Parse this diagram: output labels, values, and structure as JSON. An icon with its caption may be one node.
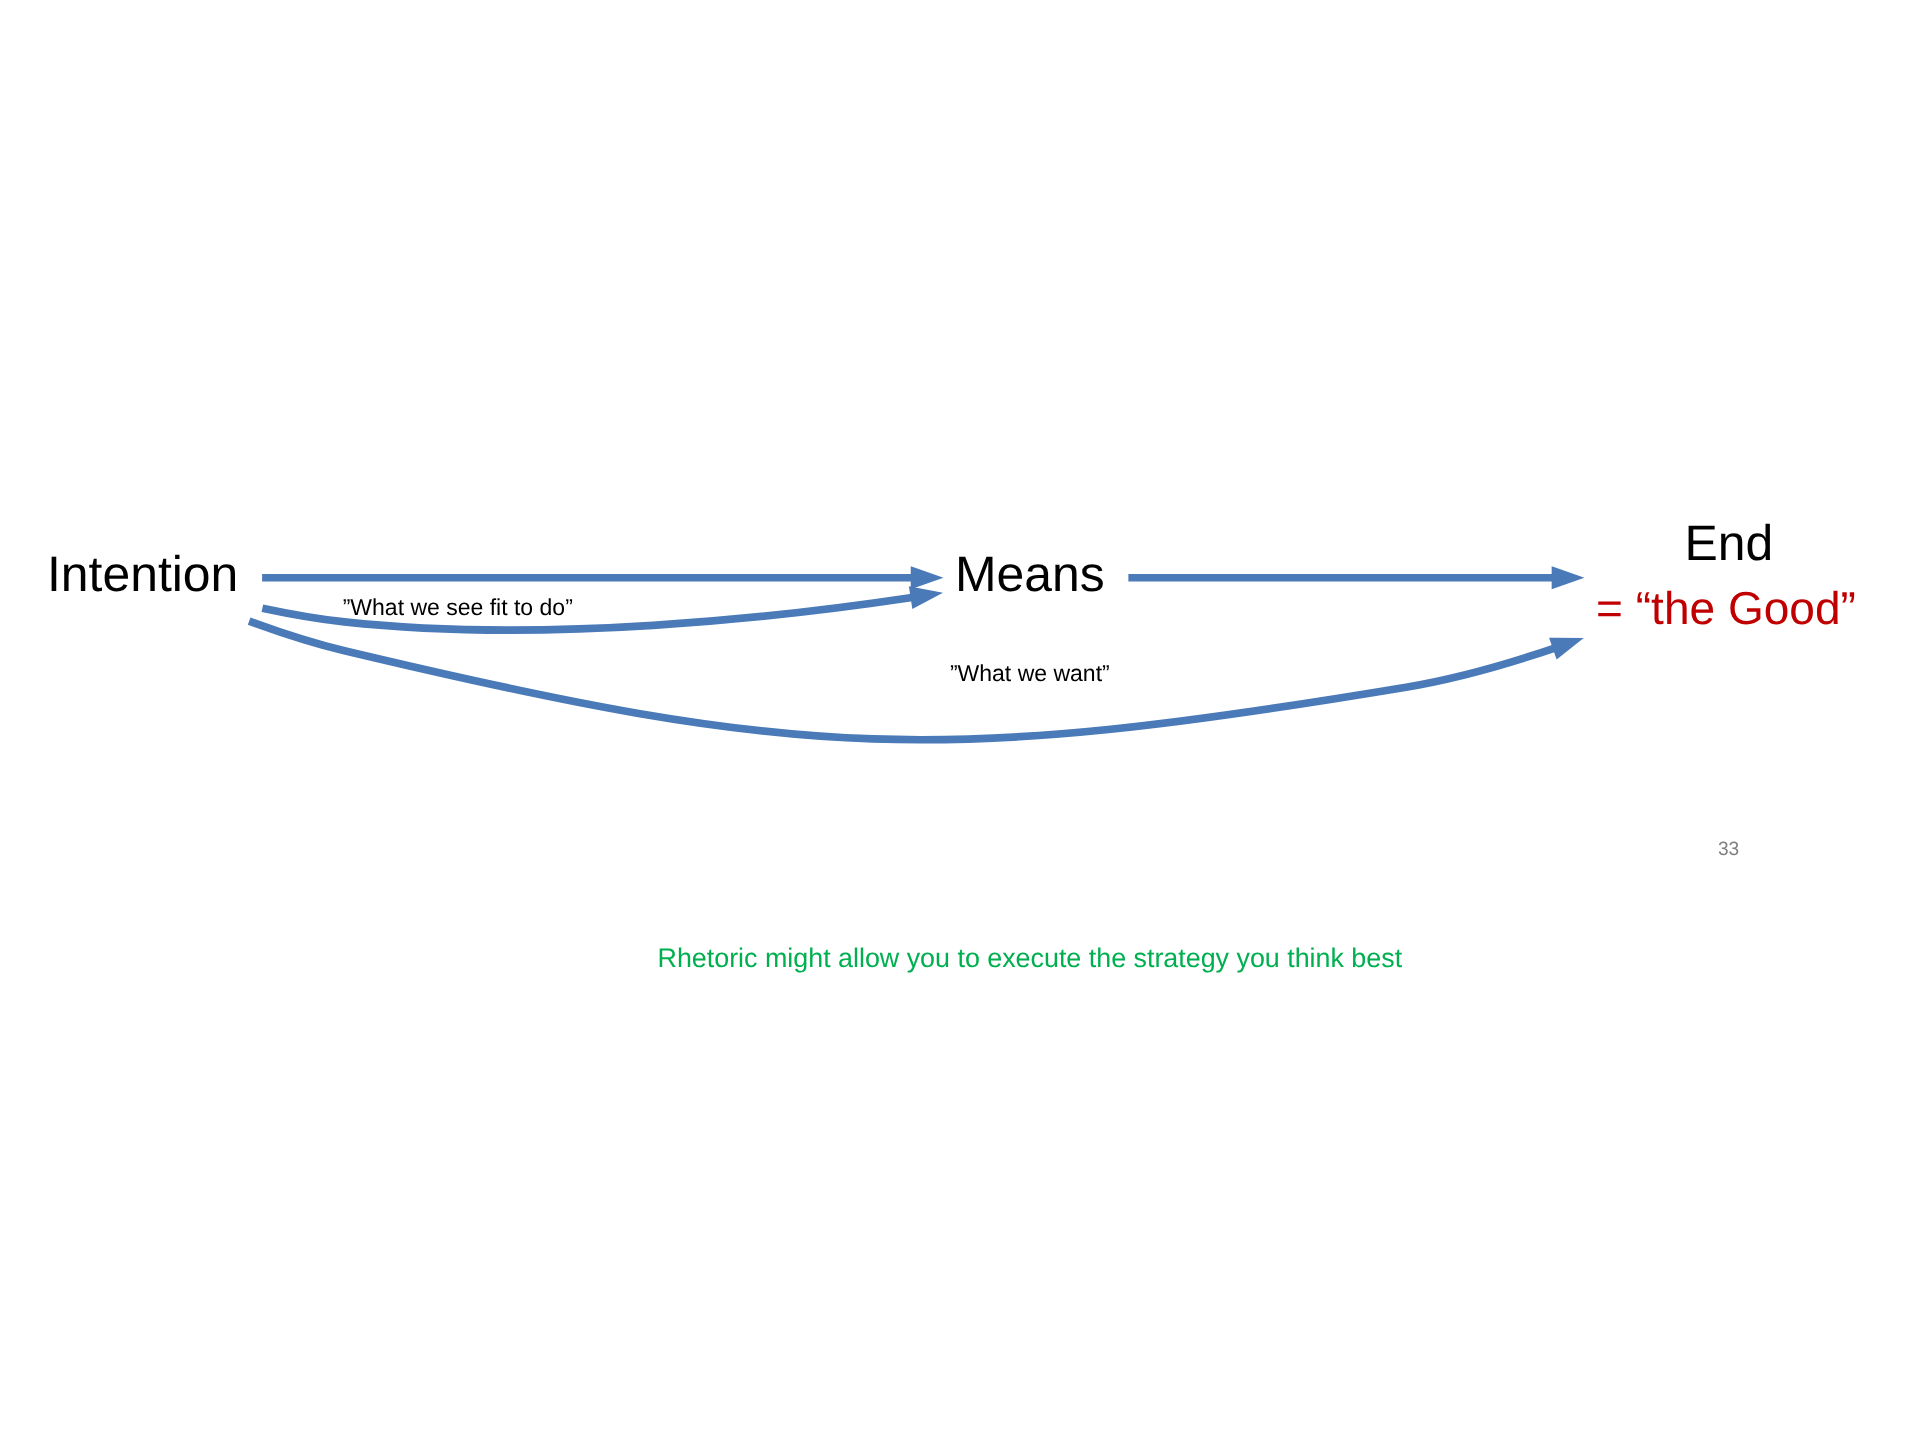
{
  "diagram": {
    "nodes": [
      {
        "text": [
          "Intention"
        ]
      },
      {
        "text": [
          "Means"
        ]
      },
      {
        "text": [
          "End"
        ],
        "beside": [
          "= “the Good”"
        ]
      }
    ],
    "edges": [
      {
        "from": 0,
        "to": 1,
        "arrow": "to"
      },
      {
        "from": 1,
        "to": 2,
        "arrow": "to"
      },
      {
        "from": 0,
        "to": 1,
        "arrow": "to",
        "label": "”What we see fit to do”"
      },
      {
        "from": 0,
        "to": 2,
        "arrow": "to",
        "label": "”What we want”"
      }
    ],
    "labels": [
      "Rhetoric might allow you to execute the strategy you think best",
      "33"
    ]
  }
}
